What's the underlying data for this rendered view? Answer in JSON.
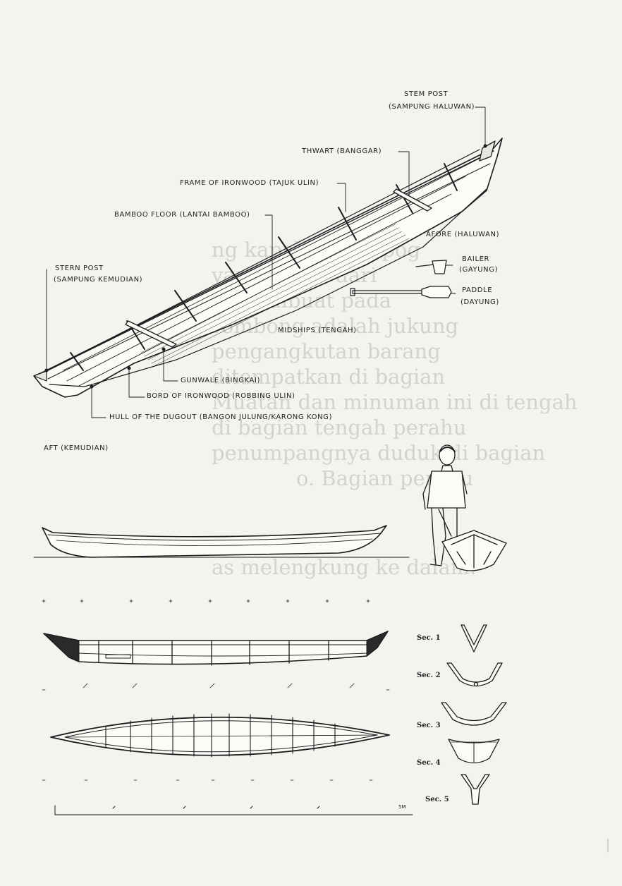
{
  "labels": {
    "stem_post": "STEM POST",
    "stem_post_local": "(SAMPUNG HALUWAN)",
    "thwart": "THWART (BANGGAR)",
    "frame": "FRAME OF IRONWOOD (TAJUK ULIN)",
    "bamboo_floor": "BAMBOO FLOOR (LANTAI BAMBOO)",
    "afore": "AFORE (HALUWAN)",
    "bailer": "BAILER",
    "bailer_local": "(GAYUNG)",
    "paddle": "PADDLE",
    "paddle_local": "(DAYUNG)",
    "stern_post": "STERN POST",
    "stern_post_local": "(SAMPUNG KEMUDIAN)",
    "midships": "MIDSHIPS (TENGAH)",
    "gunwale": "GUNWALE (BINGKAI)",
    "board": "BORD OF IRONWOOD (ROBBING ULIN)",
    "hull": "HULL OF THE DUGOUT (BANGON JULUNG/KARONG KONG)",
    "aft": "AFT (KEMUDIAN)"
  },
  "sections": [
    "Sec. 1",
    "Sec. 2",
    "Sec. 3",
    "Sec. 4",
    "Sec. 5"
  ],
  "scale_unit": "5M",
  "bleed_text": [
    "ng kapal Marampog",
    "yang tinggi dari",
    "yang dibuat pada",
    "rombong adalah jukung",
    "pengangkutan barang",
    "ditempatkan di bagian",
    "Muatan dan minuman ini di tengah",
    "di bagian tengah perahu",
    "penumpangnya duduk di bagian",
    "o. Bagian perahu",
    "as melengkung ke dalam."
  ]
}
